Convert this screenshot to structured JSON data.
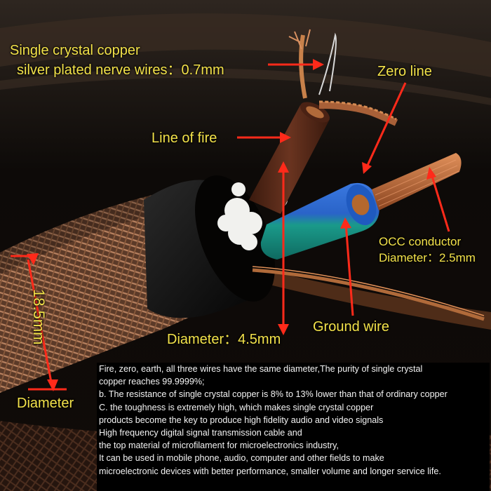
{
  "labels": {
    "nerve_wires_line1": "Single crystal copper",
    "nerve_wires_line2": "silver plated nerve wires：0.7mm",
    "zero_line": "Zero line",
    "line_of_fire": "Line of fire",
    "occ_line1": "OCC conductor",
    "occ_line2": "Diameter：2.5mm",
    "ground_wire": "Ground wire",
    "inner_diameter": "Diameter：4.5mm",
    "outer_size": "18.5mm",
    "outer_diameter": "Diameter"
  },
  "description_lines": [
    "Fire, zero, earth, all three wires have the same diameter,The purity of single crystal",
    "copper reaches 99.9999%;",
    "b. The resistance of single crystal copper is 8% to 13% lower than that of ordinary copper",
    "C. the toughness is extremely high, which makes single crystal copper",
    "products become the key to produce high fidelity audio and video signals",
    "High frequency digital signal transmission cable and",
    "the top material of microfilament for microelectronics industry,",
    "It can be used in mobile phone, audio, computer and other fields to make",
    "microelectronic devices with better performance, smaller volume and longer service life."
  ],
  "colors": {
    "label_text": "#f3e24a",
    "arrow": "#ff2a1a",
    "text_box_bg": "#000000",
    "text_box_fg": "#f4f4f4",
    "braid": "#8a5a3c",
    "brown_insulation": "#5a2a1a",
    "blue_insulation": "#2a5ad0",
    "teal_insulation": "#1a9a8a",
    "copper": "#c8703a"
  }
}
